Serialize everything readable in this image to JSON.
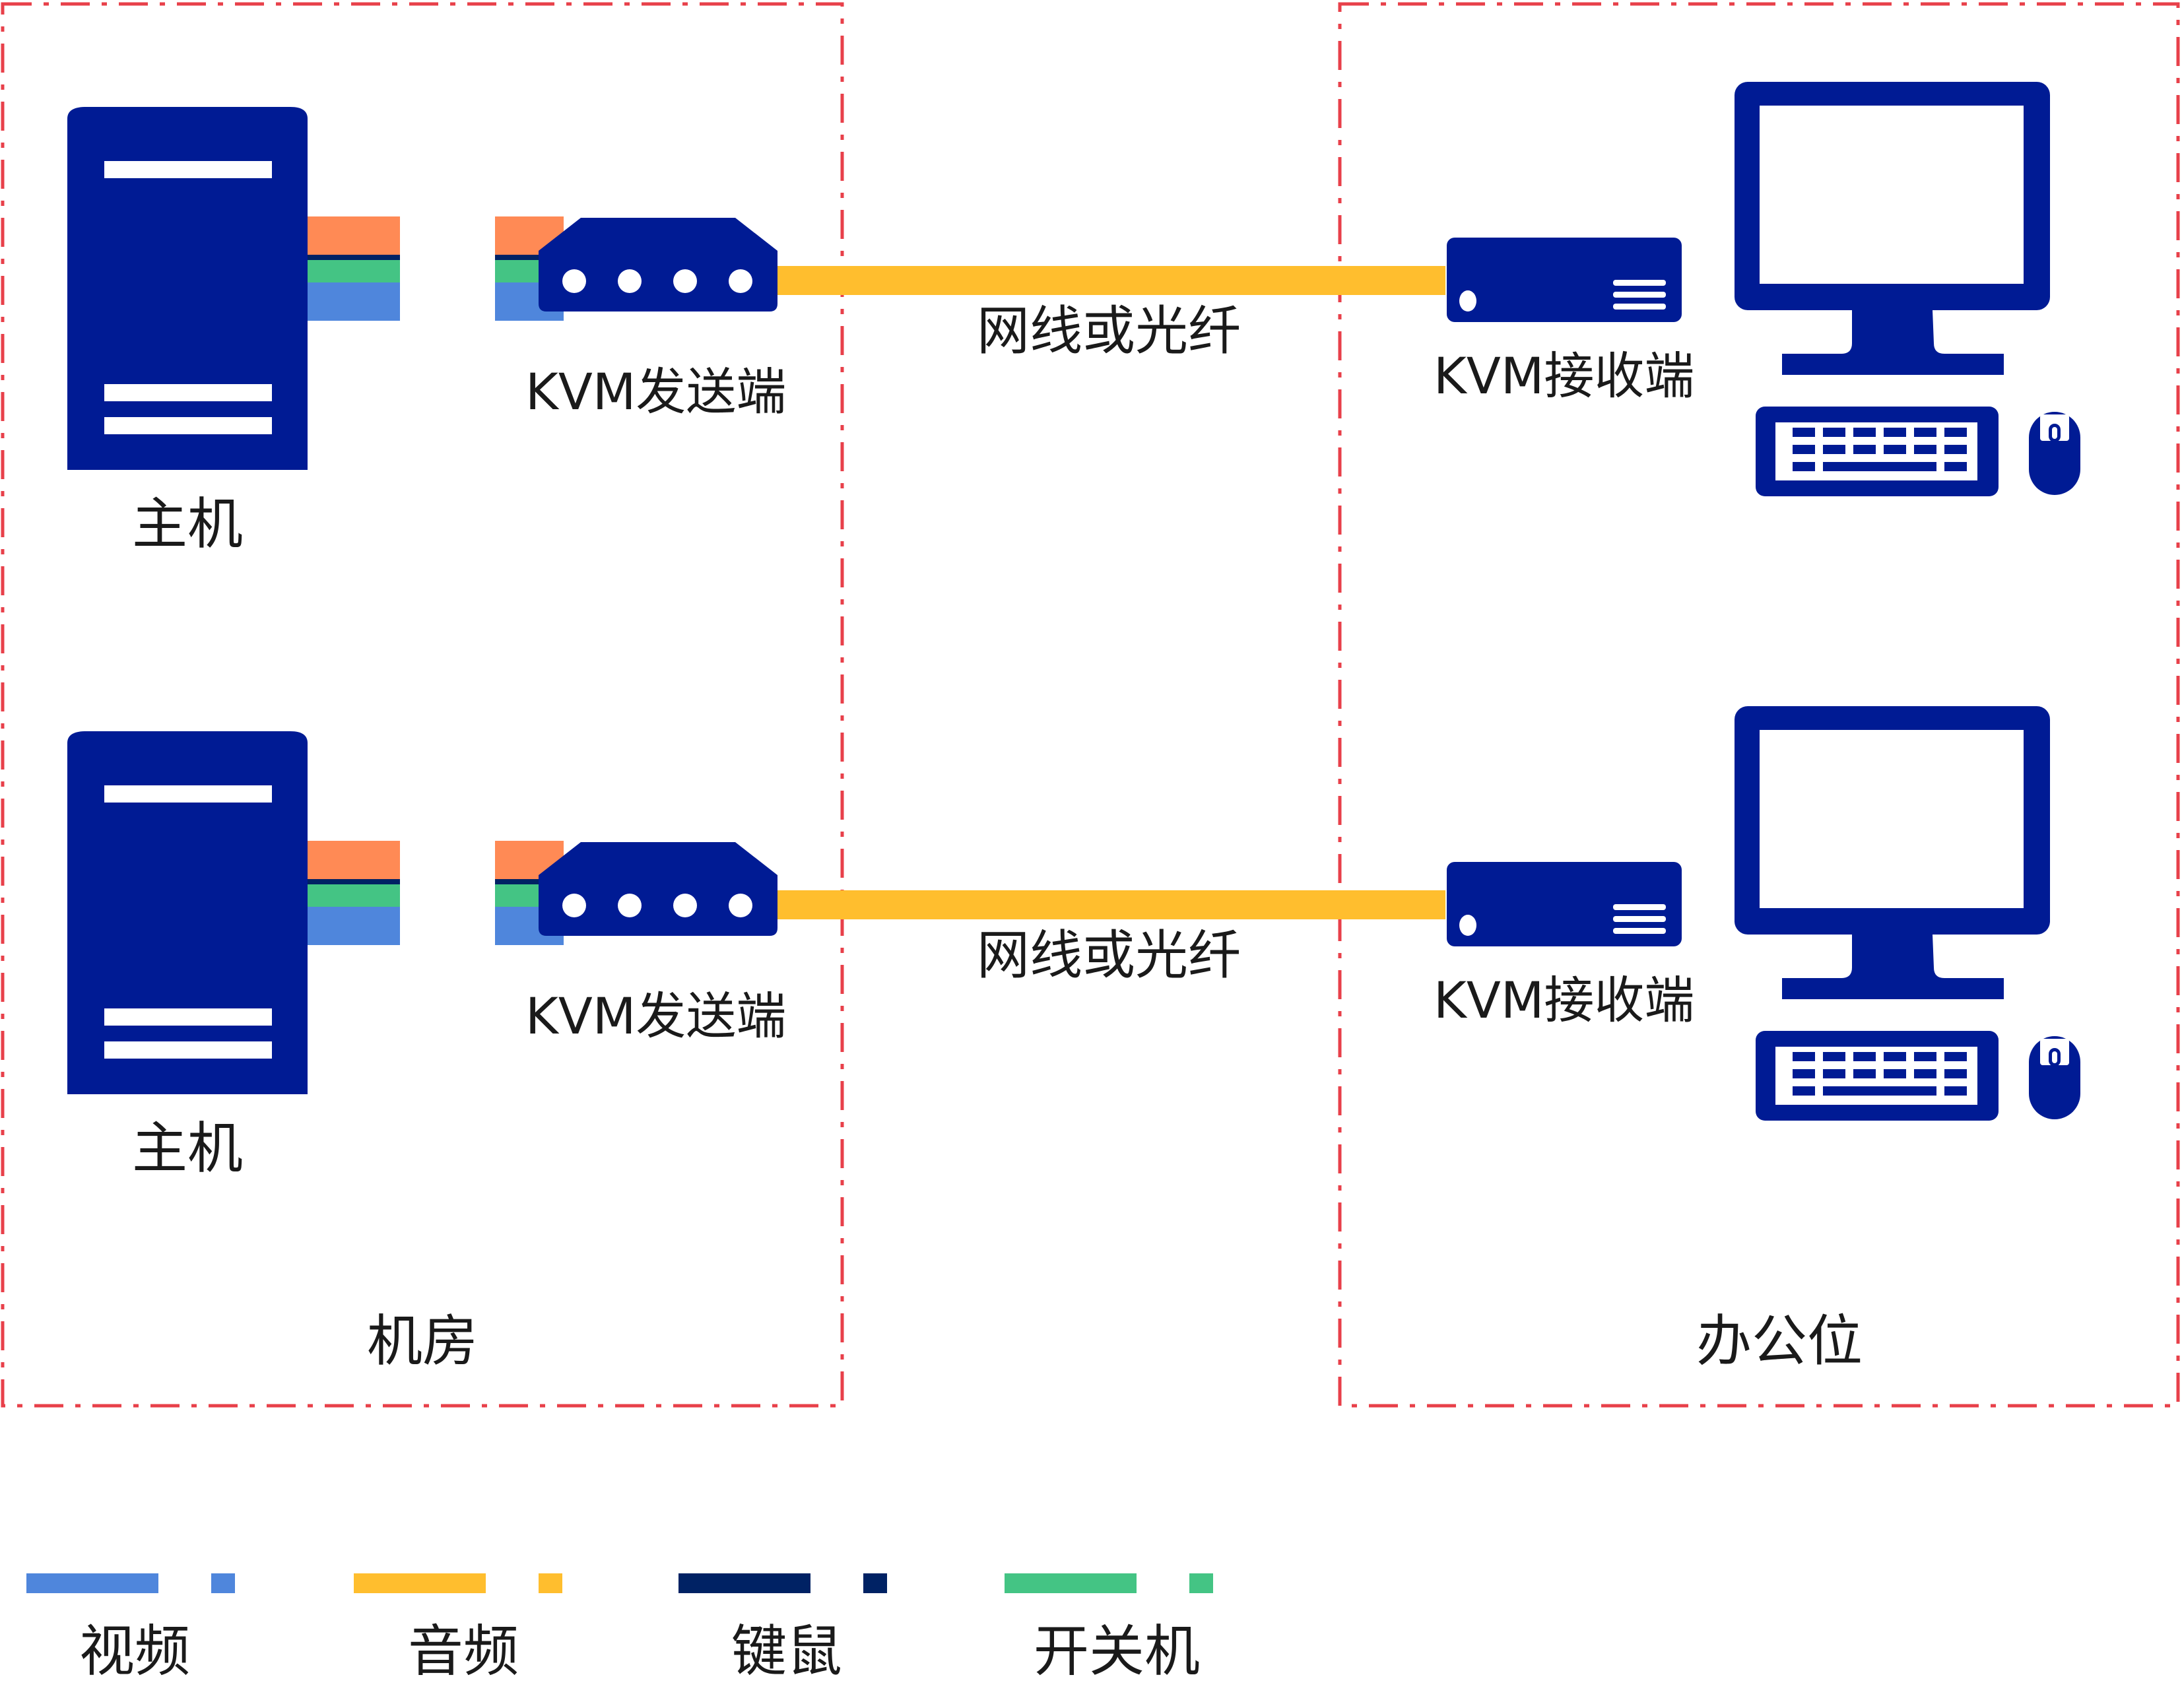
{
  "colors": {
    "device_blue": "#001B94",
    "zone_border": "#E8404A",
    "cable": "#FFBE2E",
    "video": "#4F86DC",
    "audio": "#FFBE2E",
    "kvm_signal": "#002264",
    "power": "#44C484",
    "port_orange": "#FF8A55"
  },
  "zones": {
    "server_room": {
      "label": "机房"
    },
    "office": {
      "label": "办公位"
    }
  },
  "links": [
    {
      "host_label": "主机",
      "sender_label": "KVM发送端",
      "cable_label": "网线或光纤",
      "receiver_label": "KVM接收端"
    },
    {
      "host_label": "主机",
      "sender_label": "KVM发送端",
      "cable_label": "网线或光纤",
      "receiver_label": "KVM接收端"
    }
  ],
  "legend": [
    {
      "label": "视频",
      "color": "#4F86DC"
    },
    {
      "label": "音频",
      "color": "#FFBE2E"
    },
    {
      "label": "键鼠",
      "color": "#002264"
    },
    {
      "label": "开关机",
      "color": "#44C484"
    }
  ],
  "icons": {
    "host": "server-tower-icon",
    "sender": "kvm-transmitter-icon",
    "receiver": "kvm-receiver-icon",
    "monitor": "monitor-icon",
    "keyboard": "keyboard-icon",
    "mouse": "mouse-icon"
  }
}
